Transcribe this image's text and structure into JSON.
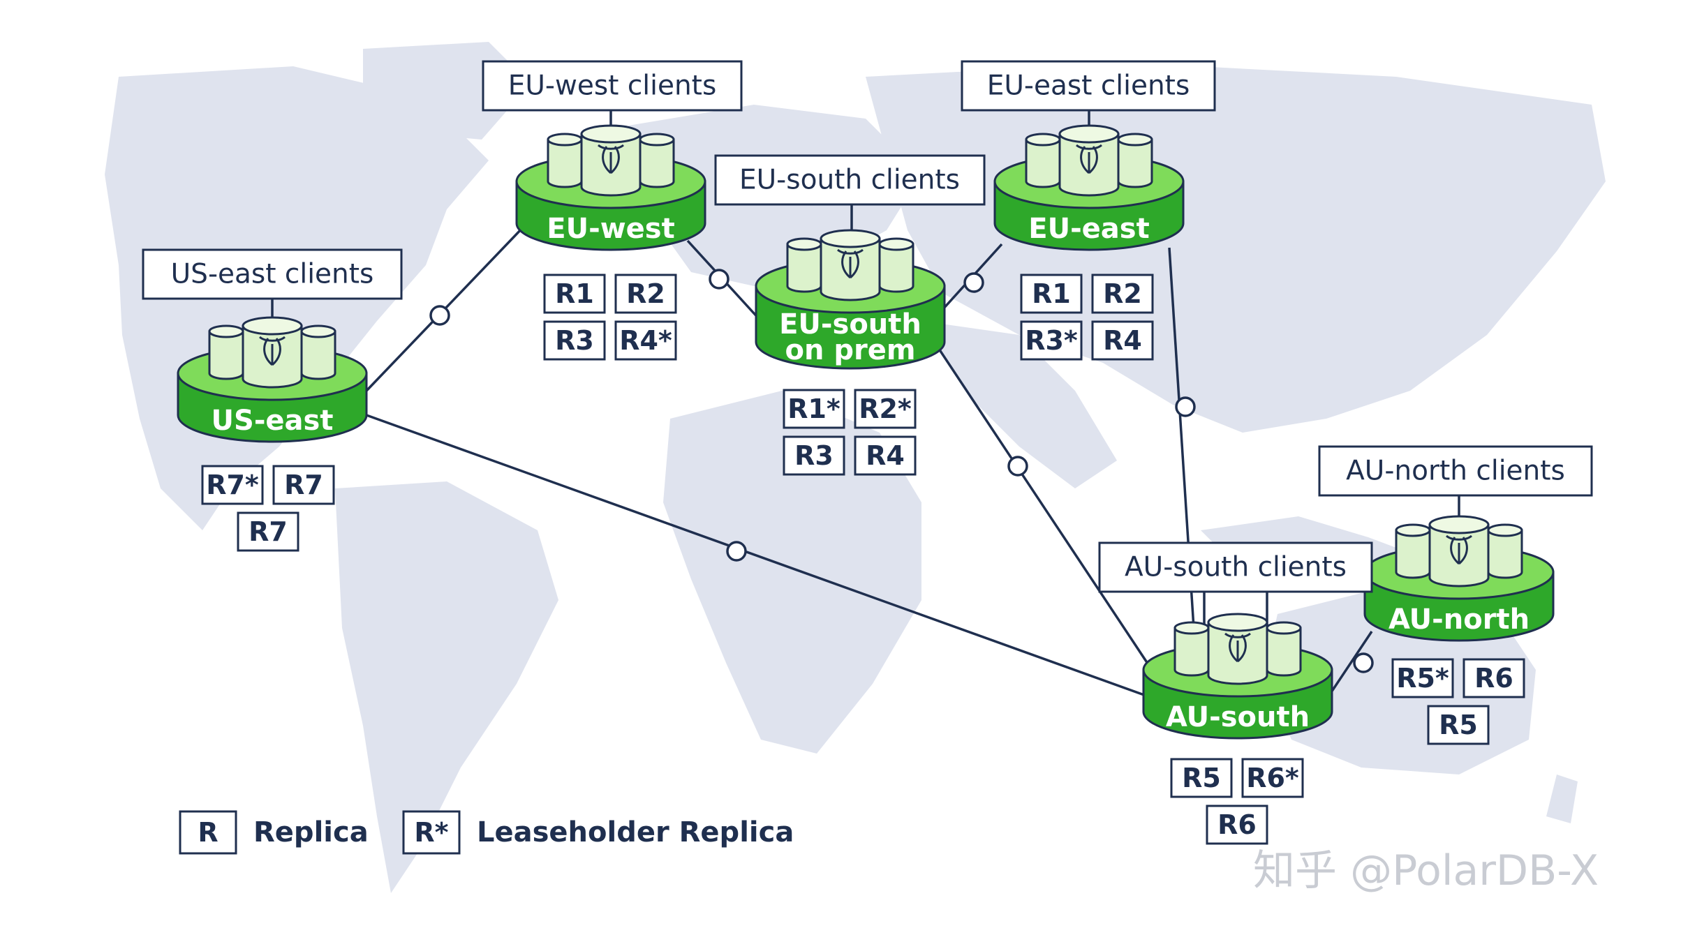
{
  "regions": [
    {
      "id": "us-east",
      "label": "US-east",
      "clients": "US-east clients",
      "replicas": [
        "R7*",
        "R7",
        "R7"
      ]
    },
    {
      "id": "eu-west",
      "label": "EU-west",
      "clients": "EU-west clients",
      "replicas": [
        "R1",
        "R2",
        "R3",
        "R4*"
      ]
    },
    {
      "id": "eu-south",
      "label": "EU-south on prem",
      "clients": "EU-south clients",
      "replicas": [
        "R1*",
        "R2*",
        "R3",
        "R4"
      ]
    },
    {
      "id": "eu-east",
      "label": "EU-east",
      "clients": "EU-east clients",
      "replicas": [
        "R1",
        "R2",
        "R3*",
        "R4"
      ]
    },
    {
      "id": "au-south",
      "label": "AU-south",
      "clients": "AU-south clients",
      "replicas": [
        "R5",
        "R6*",
        "R6"
      ]
    },
    {
      "id": "au-north",
      "label": "AU-north",
      "clients": "AU-north clients",
      "replicas": [
        "R5*",
        "R6",
        "R5"
      ]
    }
  ],
  "links": [
    [
      "us-east",
      "eu-west"
    ],
    [
      "us-east",
      "au-south"
    ],
    [
      "eu-west",
      "eu-south"
    ],
    [
      "eu-south",
      "eu-east"
    ],
    [
      "eu-south",
      "au-south"
    ],
    [
      "eu-east",
      "au-south"
    ],
    [
      "au-south",
      "au-north"
    ]
  ],
  "legend": {
    "replica_symbol": "R",
    "replica_label": "Replica",
    "leaseholder_symbol": "R*",
    "leaseholder_label": "Leaseholder Replica"
  },
  "region_labels": {
    "us_east": "US-east",
    "eu_west": "EU-west",
    "eu_south_line1": "EU-south",
    "eu_south_line2": "on prem",
    "eu_east": "EU-east",
    "au_south": "AU-south",
    "au_north": "AU-north"
  },
  "watermark": "知乎 @PolarDB-X",
  "colors": {
    "navy": "#1f2f4f",
    "green": "#2ea82a",
    "light_green": "#7fdb5a",
    "map": "#dfe3ee"
  }
}
